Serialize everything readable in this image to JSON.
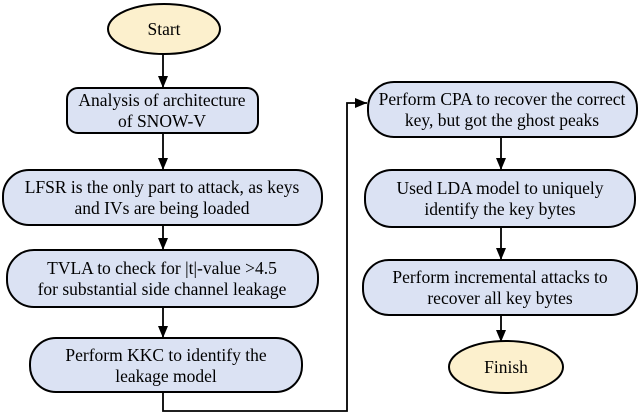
{
  "diagram": {
    "type": "flowchart",
    "colors": {
      "background": "#ffffff",
      "terminal_fill": "#fcf0cd",
      "process_fill": "#dbe2f3",
      "stroke": "#000000",
      "text": "#000000"
    },
    "nodes": {
      "start": {
        "label": "Start"
      },
      "analysis": {
        "line1": "Analysis of architecture",
        "line2": "of SNOW-V"
      },
      "lfsr": {
        "line1": "LFSR is the only part to attack, as keys",
        "line2": "and IVs are being loaded"
      },
      "tvla": {
        "line1": "TVLA to check for |t|-value >4.5",
        "line2": "for substantial side channel leakage"
      },
      "kkc": {
        "line1": "Perform KKC to identify the",
        "line2": "leakage model"
      },
      "cpa": {
        "line1": "Perform CPA to recover the correct",
        "line2": "key, but got the ghost peaks"
      },
      "lda": {
        "line1": "Used LDA model to uniquely",
        "line2": "identify the key bytes"
      },
      "incremental": {
        "line1": "Perform incremental attacks to",
        "line2": "recover all key bytes"
      },
      "finish": {
        "label": "Finish"
      }
    },
    "edges": [
      {
        "from": "start",
        "to": "analysis"
      },
      {
        "from": "analysis",
        "to": "lfsr"
      },
      {
        "from": "lfsr",
        "to": "tvla"
      },
      {
        "from": "tvla",
        "to": "kkc"
      },
      {
        "from": "kkc",
        "to": "cpa"
      },
      {
        "from": "cpa",
        "to": "lda"
      },
      {
        "from": "lda",
        "to": "incremental"
      },
      {
        "from": "incremental",
        "to": "finish"
      }
    ]
  }
}
